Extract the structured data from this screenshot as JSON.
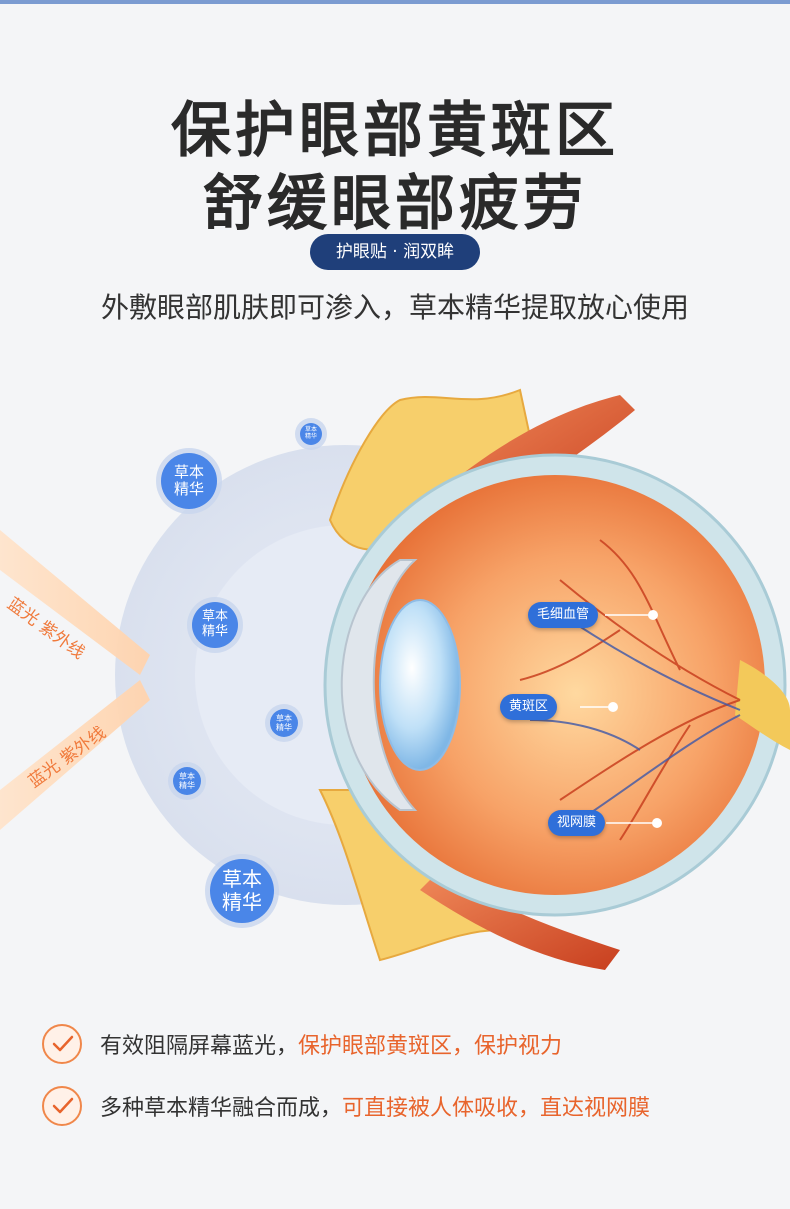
{
  "header": {
    "title_line1": "保护眼部黄斑区",
    "title_line2": "舒缓眼部疲劳",
    "pill": "护眼贴 · 润双眸",
    "subtitle": "外敷眼部肌肤即可渗入，草本精华提取放心使用"
  },
  "illustration": {
    "bubble_label_line1": "草本",
    "bubble_label_line2": "精华",
    "ray_label": "蓝光 紫外线",
    "tags": [
      "毛细血管",
      "黄斑区",
      "视网膜"
    ]
  },
  "benefits": [
    {
      "text": "有效阻隔屏幕蓝光，",
      "highlight": "保护眼部黄斑区，保护视力"
    },
    {
      "text": "多种草本精华融合而成，",
      "highlight": "可直接被人体吸收，直达视网膜"
    }
  ],
  "colors": {
    "accent_navy": "#1f3f7a",
    "accent_blue": "#4a86e8",
    "accent_orange": "#e8642c"
  }
}
